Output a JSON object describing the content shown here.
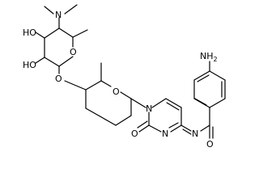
{
  "structure": {
    "atom_labels": {
      "dimethylamino_n": "N",
      "ring_hydroxyl_upper": "HO",
      "ring_hydroxyl_lower": "HO",
      "sugar_ring_oxygen": "O",
      "glycosidic_oxygen": "O",
      "oxane_ring_oxygen": "O",
      "pyrimidine_n1": "N",
      "pyrimidine_n3": "N",
      "carbonyl_oxygen_ring": "O",
      "amide_nitrogen": "N",
      "amide_oxygen": "O",
      "aryl_amine": "NH",
      "aryl_amine_sub": "2"
    }
  }
}
